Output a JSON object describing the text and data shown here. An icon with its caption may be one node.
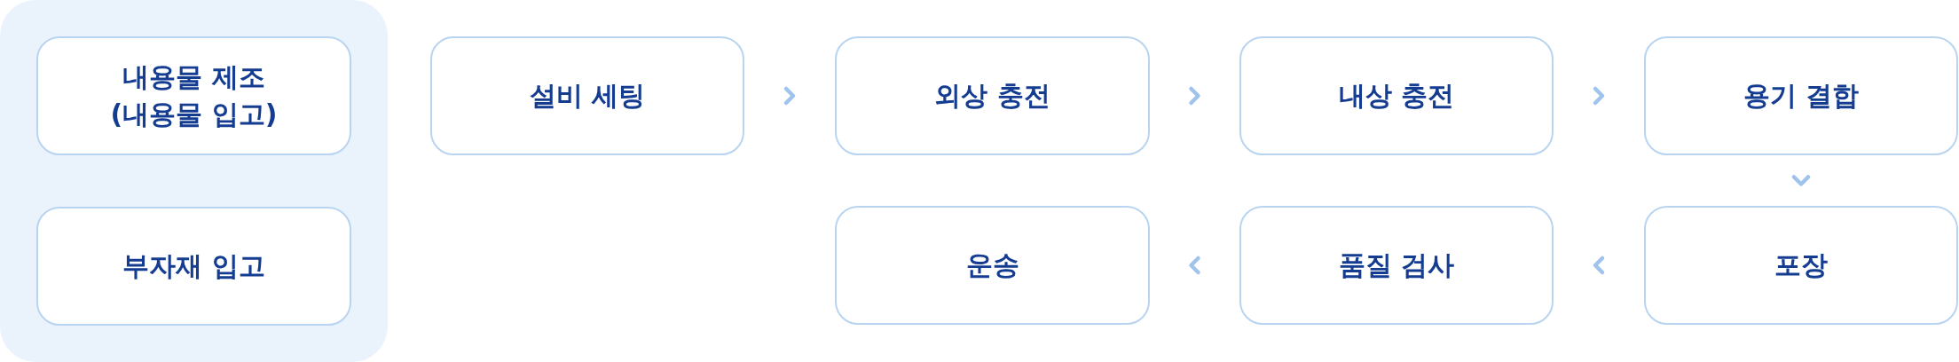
{
  "diagram": {
    "nodes": [
      {
        "text": [],
        "shape": "box"
      },
      {
        "text": [
          "내용물 제조 (내용물 입고)"
        ],
        "in": 0
      },
      {
        "text": [
          "부자재 입고"
        ],
        "in": 0
      },
      {
        "text": [
          "설비 세팅"
        ]
      },
      {
        "text": [
          "외상 충전"
        ]
      },
      {
        "text": [
          "내상 충전"
        ]
      },
      {
        "text": [
          "용기 결합"
        ]
      },
      {
        "text": [
          "포장"
        ]
      },
      {
        "text": [
          "품질 검사"
        ]
      },
      {
        "text": [
          "운송"
        ]
      }
    ],
    "edges": [
      {
        "from": 3,
        "to": 4,
        "arrow": "to"
      },
      {
        "from": 4,
        "to": 5,
        "arrow": "to"
      },
      {
        "from": 5,
        "to": 6,
        "arrow": "to"
      },
      {
        "from": 6,
        "to": 7,
        "arrow": "to"
      },
      {
        "from": 7,
        "to": 8,
        "arrow": "to"
      },
      {
        "from": 8,
        "to": 9,
        "arrow": "to"
      }
    ]
  }
}
